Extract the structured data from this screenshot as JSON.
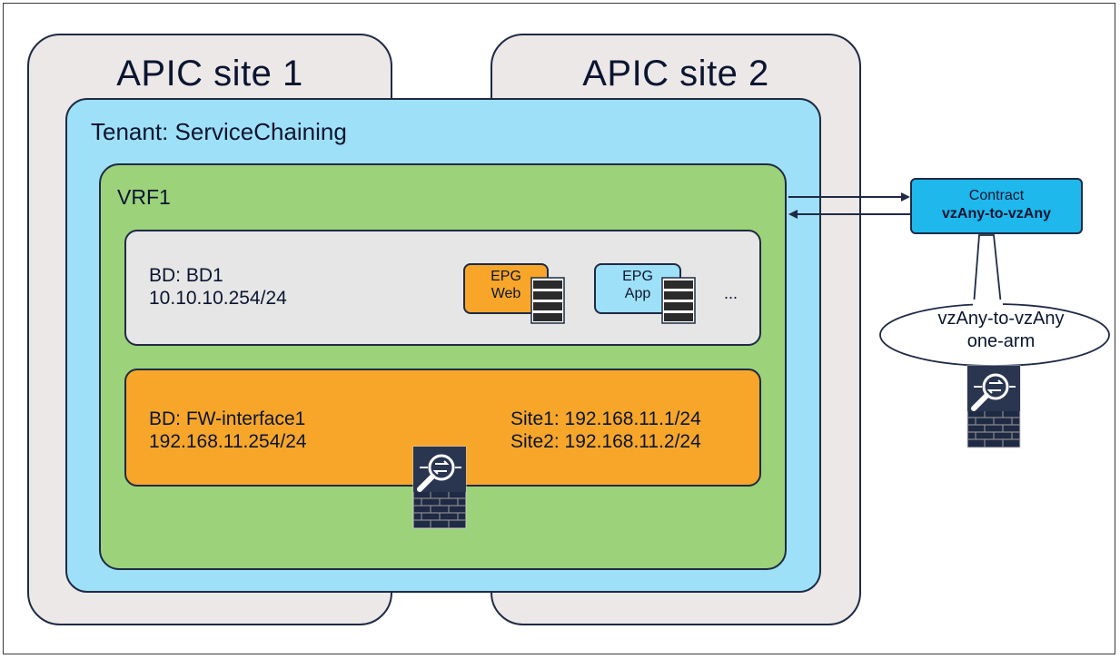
{
  "sites": [
    {
      "title": "APIC site 1"
    },
    {
      "title": "APIC site 2"
    }
  ],
  "tenant": {
    "label": "Tenant: ServiceChaining"
  },
  "vrf": {
    "label": "VRF1"
  },
  "bd1": {
    "name": "BD: BD1",
    "subnet": "10.10.10.254/24",
    "epgs": [
      {
        "line1": "EPG",
        "line2": "Web",
        "color": "#f7a62a"
      },
      {
        "line1": "EPG",
        "line2": "App",
        "color": "#9ee0f7"
      }
    ],
    "more": "..."
  },
  "bd_fw": {
    "name": "BD: FW-interface1",
    "subnet": "192.168.11.254/24",
    "site1": "Site1: 192.168.11.1/24",
    "site2": "Site2: 192.168.11.2/24"
  },
  "contract": {
    "line1": "Contract",
    "line2": "vzAny-to-vzAny"
  },
  "callout": {
    "line1": "vzAny-to-vzAny",
    "line2": "one-arm"
  },
  "icons": [
    "server-icon",
    "firewall-icon"
  ]
}
